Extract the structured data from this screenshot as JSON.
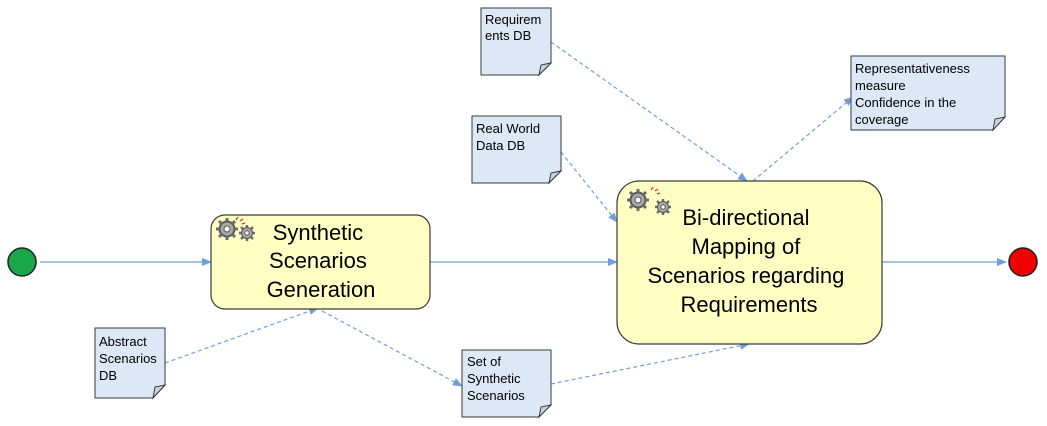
{
  "colors": {
    "start_event": "#1aa64a",
    "end_event": "#f00000",
    "task_fill": "#ffffc4",
    "data_object_fill": "#dce8f5",
    "connector": "#6f9fd8"
  },
  "events": {
    "start": {
      "icon": "start-event-circle"
    },
    "end": {
      "icon": "end-event-circle"
    }
  },
  "tasks": {
    "synthetic": {
      "icon": "gears-icon",
      "lines": [
        "Synthetic",
        "Scenarios",
        "Generation"
      ]
    },
    "mapping": {
      "icon": "gears-icon",
      "lines": [
        "Bi-directional",
        "Mapping of",
        "Scenarios regarding",
        "Requirements"
      ]
    }
  },
  "data_objects": {
    "requirements": {
      "lines": [
        "Requirem",
        "ents DB"
      ]
    },
    "real_world": {
      "lines": [
        "Real World",
        "Data DB"
      ]
    },
    "abstract": {
      "lines": [
        "Abstract",
        "Scenarios",
        "DB"
      ]
    },
    "set_synthetic": {
      "lines": [
        "Set of",
        "Synthetic",
        "Scenarios"
      ]
    },
    "representativeness": {
      "lines": [
        "Representativeness",
        "measure",
        "Confidence in the",
        "coverage"
      ]
    }
  }
}
